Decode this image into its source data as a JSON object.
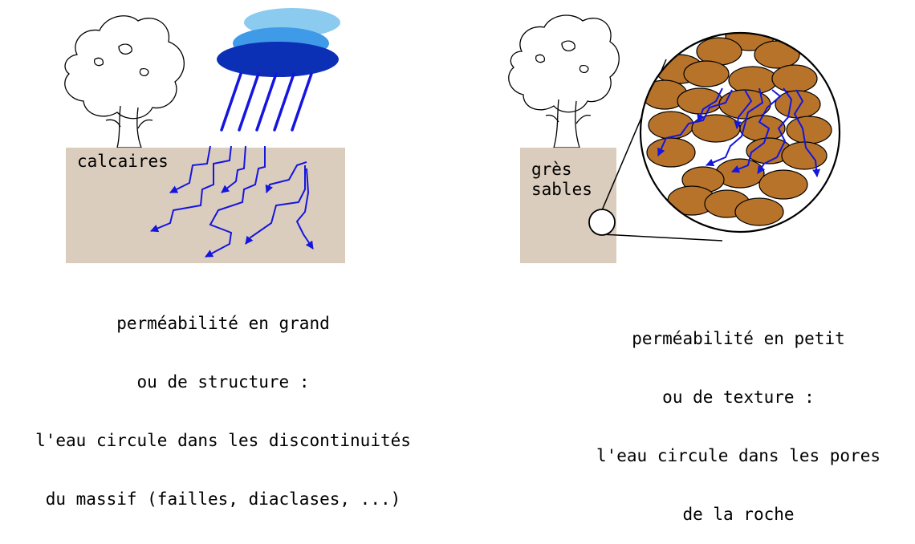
{
  "left_panel": {
    "rock_label": "calcaires",
    "caption": [
      "perméabilité en grand",
      "ou de structure :",
      "l'eau circule dans les discontinuités",
      "du massif (failles, diaclases, ...)"
    ]
  },
  "right_panel": {
    "rock_label_line1": "grès",
    "rock_label_line2": "sables",
    "caption": [
      "perméabilité en petit",
      "ou de texture :",
      "l'eau circule dans les pores",
      "de la roche"
    ]
  },
  "colors": {
    "rock": "#dbcdbd",
    "water": "#1515e0",
    "grain": "#b8732a",
    "cloud_light": "#8ccbf0",
    "cloud_mid": "#3f9be8",
    "cloud_dark": "#0b2fb5"
  },
  "icons": [
    "tree-icon",
    "cloud-icon",
    "rain-icon",
    "grain-icon",
    "water-flow-arrow-icon",
    "magnifier-circle-icon"
  ]
}
